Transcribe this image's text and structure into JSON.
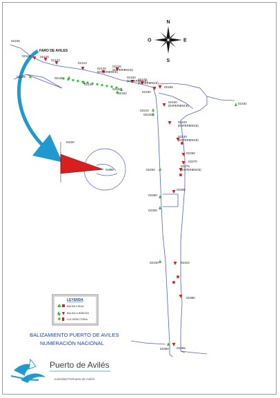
{
  "lighthouse_label": "FARO DE AVILES",
  "compass": {
    "n": "N",
    "s": "S",
    "e": "E",
    "w": "O"
  },
  "titles": {
    "line1": "BALIZAMIENTO PUERTO DE AVILES",
    "line2": "NUMERACIÓN NACIONAL"
  },
  "legend": {
    "title": "LEYENDA",
    "items": [
      "BALIZA CIEGA",
      "BALIZA LUMINOSA",
      "LUZ DIRECTORIA"
    ]
  },
  "logo": {
    "name": "Puerto de Avilés",
    "subtitle": "Autoridad Portuaria de Avilés"
  },
  "inset_labels": {
    "a": "02100",
    "b": "01995"
  },
  "colors": {
    "water_line": "#4a5fd0",
    "blind_buoy": "#d81e1e",
    "lit_buoy": "#2fbf2f",
    "arrow": "#1e9ad0",
    "title": "#1f3fa8"
  },
  "buoy_ids": [
    "02105",
    "02110",
    "02120",
    "02123",
    "02124",
    "02125",
    "02126",
    "02129",
    "02130",
    "02140",
    "02150",
    "02152",
    "02160",
    "02170",
    "02180",
    "02185",
    "02190",
    "02192",
    "02210",
    "02220",
    "02230",
    "02240",
    "02250",
    "02260",
    "02270",
    "02275",
    "02300",
    "02310",
    "02330",
    "02340",
    "02350",
    "02355",
    "02360",
    "02390"
  ],
  "tags": [
    "(EXPERIENCE)"
  ]
}
